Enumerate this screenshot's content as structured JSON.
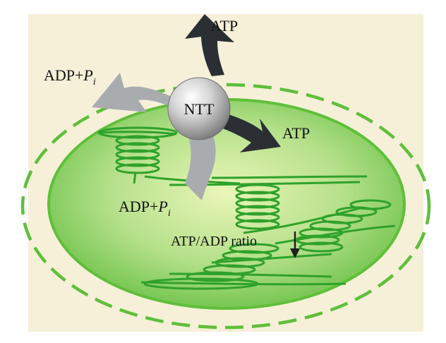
{
  "colors": {
    "background": "#f6f0d9",
    "membrane": "#5fbf3a",
    "stroma": "#a8dc7e",
    "thylakoid": "#2fa22b",
    "atp_arrow": "#2b2f33",
    "adp_arrow": "#a9acaf",
    "transporter": "#c8c8c8"
  },
  "transporter": {
    "label": "NTT"
  },
  "labels": {
    "atp_top": "ATP",
    "atp_right": "ATP",
    "adp_left_main": "ADP+",
    "adp_left_p": "P",
    "adp_left_sub": "i",
    "adp_bottom_main": "ADP+",
    "adp_bottom_p": "P",
    "adp_bottom_sub": "i",
    "ratio": "ATP/ADP ratio"
  }
}
